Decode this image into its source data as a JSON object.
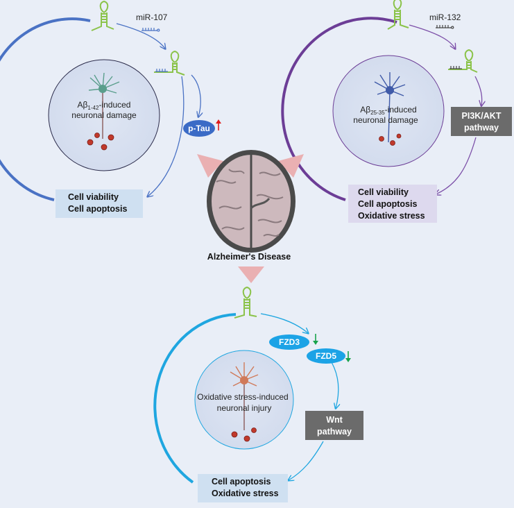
{
  "panels": {
    "mir107": {
      "mirna_label": "miR-107",
      "damage_label_prefix": "Aβ",
      "damage_label_sub": "1-42",
      "damage_label_suffix": "-induced",
      "damage_label_line2": "neuronal damage",
      "target_label": "p-Tau",
      "outcomes": [
        "Cell viability",
        "Cell apoptosis"
      ]
    },
    "mir132": {
      "mirna_label": "miR-132",
      "damage_label_prefix": "Aβ",
      "damage_label_sub": "25-35",
      "damage_label_suffix": "-induced",
      "damage_label_line2": "neuronal damage",
      "pathway_label": "PI3K/AKT pathway",
      "outcomes": [
        "Cell viability",
        "Cell apoptosis",
        "Oxidative stress"
      ]
    },
    "bottom": {
      "targets": [
        "FZD3",
        "FZD5"
      ],
      "damage_label_line1": "Oxidative stress-induced",
      "damage_label_line2": "neuronal injury",
      "pathway_label": "Wnt pathway",
      "outcomes": [
        "Cell apoptosis",
        "Oxidative stress"
      ]
    }
  },
  "center": {
    "disease_label": "Alzheimer's Disease"
  },
  "colors": {
    "panel_107": "#4a72c4",
    "panel_132": "#6c3d96",
    "panel_bottom": "#1fa6e0",
    "down_arrow": "#19a34a",
    "up_arrow": "#e11b1b",
    "mirna_green": "#8bc34a",
    "pathway_gray": "#6b6b6b",
    "triangle_pink": "#eab0b2"
  }
}
